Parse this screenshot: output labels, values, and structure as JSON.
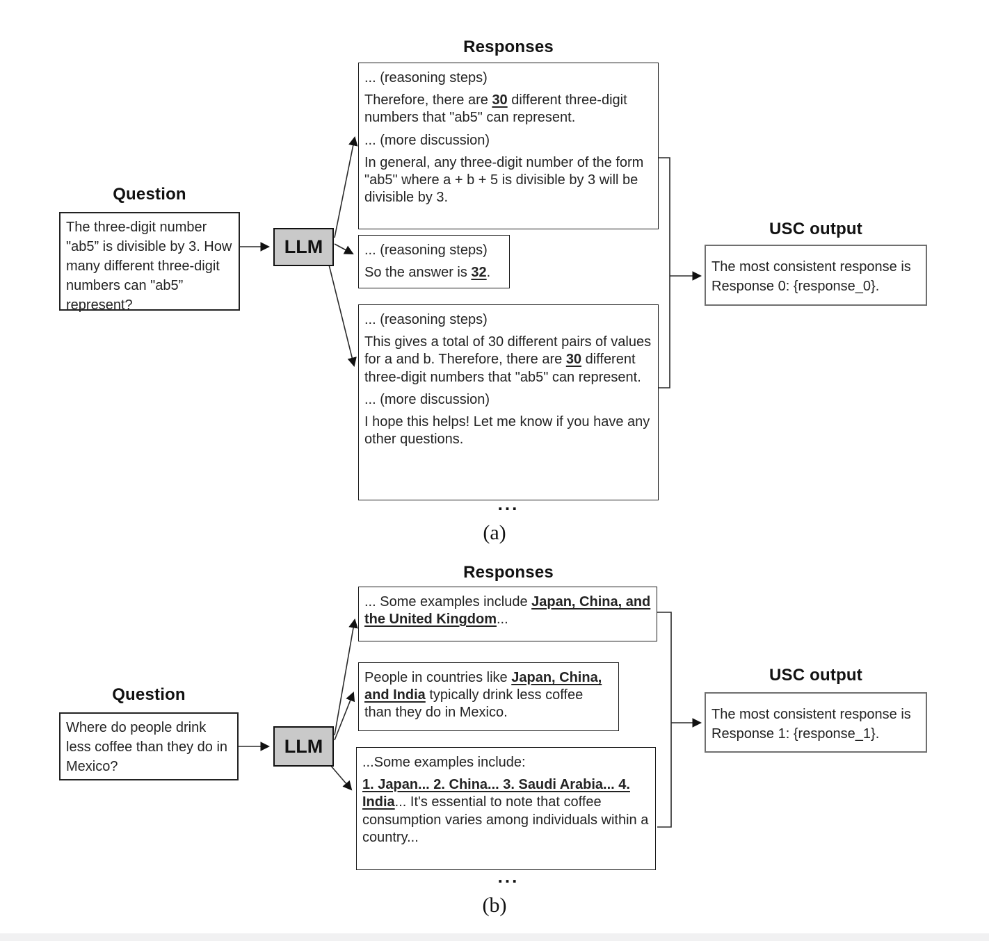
{
  "colors": {
    "llm_box_fill": "#c9c9c9",
    "box_border": "#1a1a1a",
    "usc_border": "#6f6f6f"
  },
  "captions": {
    "a": "(a)",
    "b": "(b)"
  },
  "panel_a": {
    "question_label": "Question",
    "question_text": "The three-digit number \"ab5” is divisible by 3. How many different three-digit numbers can \"ab5” represent?",
    "llm_label": "LLM",
    "responses_label": "Responses",
    "ellipsis": "...",
    "usc_label": "USC output",
    "usc_text": "The most consistent response is Response 0: {response_0}.",
    "response_1": [
      [
        {
          "t": "... (reasoning steps)"
        }
      ],
      [
        {
          "t": "Therefore, there are "
        },
        {
          "t": "30",
          "hl": true
        },
        {
          "t": " different three-digit numbers that \"ab5\" can represent."
        }
      ],
      [
        {
          "t": "... (more discussion)"
        }
      ],
      [
        {
          "t": "In general, any three-digit number of the form \"ab5\" where a + b + 5 is divisible by 3 will be divisible by 3."
        }
      ]
    ],
    "response_2": [
      [
        {
          "t": "... (reasoning steps)"
        }
      ],
      [
        {
          "t": "So the answer is "
        },
        {
          "t": "32",
          "hl": true
        },
        {
          "t": "."
        }
      ]
    ],
    "response_3": [
      [
        {
          "t": "... (reasoning steps)"
        }
      ],
      [
        {
          "t": "This gives a total of 30 different pairs of values for a and b. Therefore, there are "
        },
        {
          "t": "30",
          "hl": true
        },
        {
          "t": " different three-digit numbers that \"ab5\" can represent."
        }
      ],
      [
        {
          "t": "... (more discussion)"
        }
      ],
      [
        {
          "t": "I hope this helps! Let me know if you have any other questions."
        }
      ]
    ]
  },
  "panel_b": {
    "question_label": "Question",
    "question_text": "Where do people drink less coffee than they do in Mexico?",
    "llm_label": "LLM",
    "responses_label": "Responses",
    "ellipsis": "...",
    "usc_label": "USC output",
    "usc_text": "The most consistent response is Response 1: {response_1}.",
    "response_1": [
      [
        {
          "t": "... Some examples include "
        },
        {
          "t": "Japan, China, and the United Kingdom",
          "hl": true
        },
        {
          "t": "..."
        }
      ]
    ],
    "response_2": [
      [
        {
          "t": "People in countries like "
        },
        {
          "t": "Japan, China, and India",
          "hl": true
        },
        {
          "t": " typically drink less coffee than they do in Mexico."
        }
      ]
    ],
    "response_3": [
      [
        {
          "t": "...Some examples include:"
        }
      ],
      [
        {
          "t": "1. Japan... 2. China... 3. Saudi Arabia... 4. India",
          "hl": true
        },
        {
          "t": "... It's essential to note that coffee consumption varies among individuals within a country..."
        }
      ]
    ]
  }
}
